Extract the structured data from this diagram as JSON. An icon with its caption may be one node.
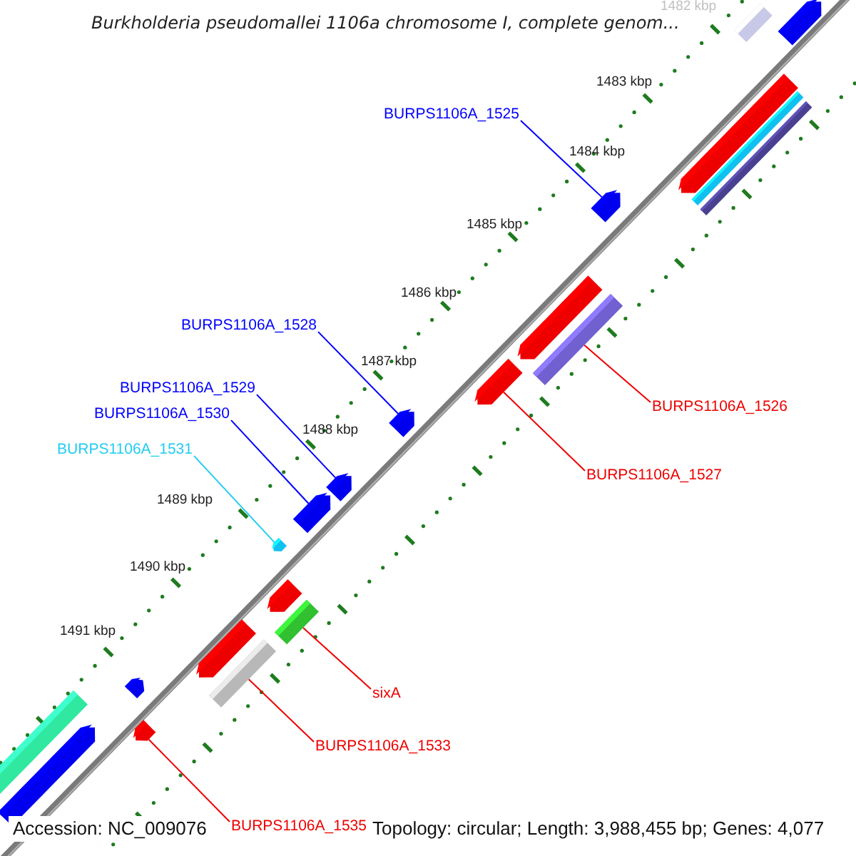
{
  "diagram": {
    "title": "Burkholderia pseudomallei 1106a chromosome I, complete genom...",
    "nodes": [
      {
        "text": [
          "BURPS1106A_1525"
        ]
      },
      {
        "text": [],
        "shape": "bar"
      },
      {
        "text": [
          "BURPS1106A_1526"
        ]
      },
      {
        "text": [],
        "shape": "bar"
      },
      {
        "text": [
          "BURPS1106A_1527"
        ]
      },
      {
        "text": [],
        "shape": "bar"
      },
      {
        "text": [
          "BURPS1106A_1528"
        ]
      },
      {
        "text": [],
        "shape": "bar"
      },
      {
        "text": [
          "BURPS1106A_1529"
        ]
      },
      {
        "text": [],
        "shape": "bar"
      },
      {
        "text": [
          "BURPS1106A_1530"
        ]
      },
      {
        "text": [],
        "shape": "bar"
      },
      {
        "text": [
          "BURPS1106A_1531"
        ]
      },
      {
        "text": [],
        "shape": "bar"
      },
      {
        "text": [
          "sixA"
        ]
      },
      {
        "text": [],
        "shape": "bar"
      },
      {
        "text": [
          "BURPS1106A_1533"
        ]
      },
      {
        "text": [],
        "shape": "bar"
      },
      {
        "text": [
          "BURPS1106A_1535"
        ]
      },
      {
        "text": [],
        "shape": "bar"
      },
      {
        "text": [],
        "shape": "bar"
      },
      {
        "text": [],
        "shape": "bar"
      },
      {
        "text": [],
        "shape": "bar"
      },
      {
        "text": [],
        "shape": "bar"
      },
      {
        "text": [],
        "shape": "bar"
      },
      {
        "text": [],
        "shape": "bar"
      },
      {
        "text": [],
        "shape": "bar"
      },
      {
        "text": [],
        "shape": "bar"
      },
      {
        "text": [],
        "shape": "bar"
      },
      {
        "text": [],
        "shape": "bar"
      },
      {
        "text": [],
        "shape": "bar"
      }
    ],
    "edges": [
      {
        "from": 0,
        "to": 1,
        "arrow": "none",
        "color": "#0000ff"
      },
      {
        "from": 2,
        "to": 3,
        "arrow": "none"
      },
      {
        "from": 4,
        "to": 5,
        "arrow": "none"
      },
      {
        "from": 6,
        "to": 7,
        "arrow": "none",
        "color": "#0000ff"
      },
      {
        "from": 8,
        "to": 9,
        "arrow": "none",
        "color": "#0000ff"
      },
      {
        "from": 10,
        "to": 11,
        "arrow": "none",
        "color": "#0000ff"
      },
      {
        "from": 12,
        "to": 13,
        "arrow": "none",
        "color": "#22ccf0"
      },
      {
        "from": 14,
        "to": 15,
        "arrow": "none"
      },
      {
        "from": 16,
        "to": 17,
        "arrow": "none"
      },
      {
        "from": 18,
        "to": 19,
        "arrow": "none"
      }
    ],
    "labels": [
      "1482 kbp",
      "1483 kbp",
      "1484 kbp",
      "1485 kbp",
      "1486 kbp",
      "1487 kbp",
      "1488 kbp",
      "1489 kbp",
      "1490 kbp",
      "1491 kbp",
      "Accession: NC_009076",
      "Topology: circular; Length: 3,988,455 bp; Genes: 4,077"
    ]
  }
}
